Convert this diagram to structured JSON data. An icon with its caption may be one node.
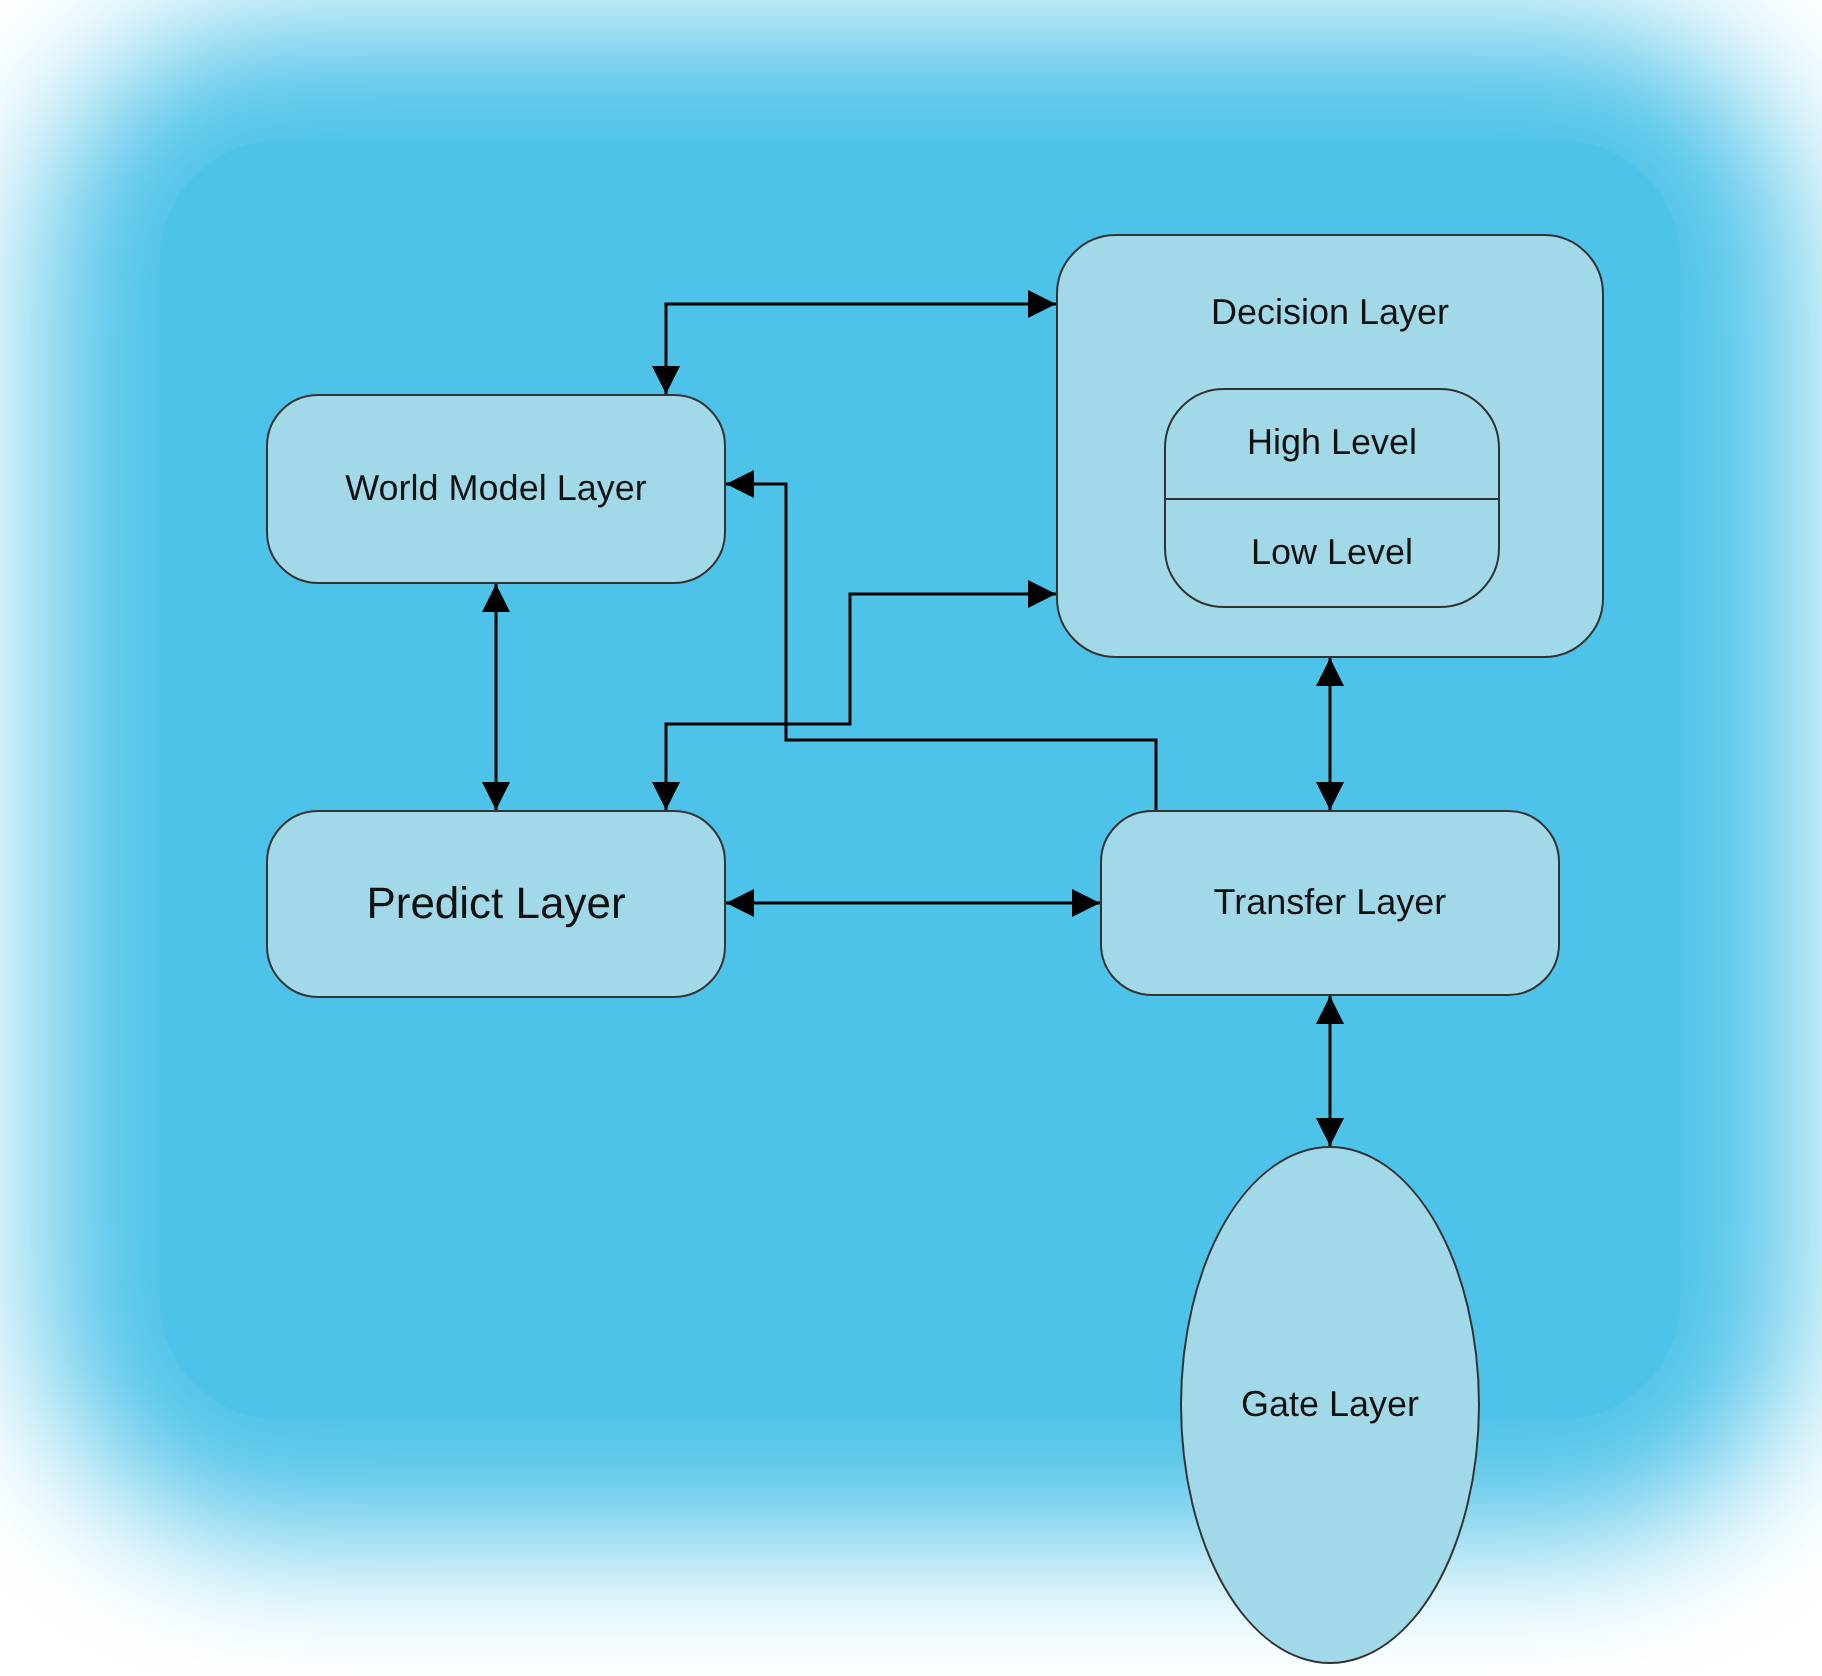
{
  "diagram": {
    "nodes": [
      {
        "text": [
          "World Model Layer"
        ]
      },
      {
        "text": [
          "Decision Layer"
        ]
      },
      {
        "text": [
          "High Level",
          "Low Level"
        ],
        "in": 1
      },
      {
        "text": [
          "Predict Layer"
        ]
      },
      {
        "text": [
          "Transfer Layer"
        ]
      },
      {
        "text": [
          "Gate Layer"
        ]
      }
    ],
    "edges": [
      {
        "from": 0,
        "to": 1,
        "arrow": "both"
      },
      {
        "from": 0,
        "to": 3,
        "arrow": "both"
      },
      {
        "from": 3,
        "to": 1,
        "arrow": "both"
      },
      {
        "from": 4,
        "to": 0,
        "arrow": "to"
      },
      {
        "from": 3,
        "to": 4,
        "arrow": "both"
      },
      {
        "from": 1,
        "to": 4,
        "arrow": "both"
      },
      {
        "from": 4,
        "to": 5,
        "arrow": "both"
      }
    ]
  }
}
